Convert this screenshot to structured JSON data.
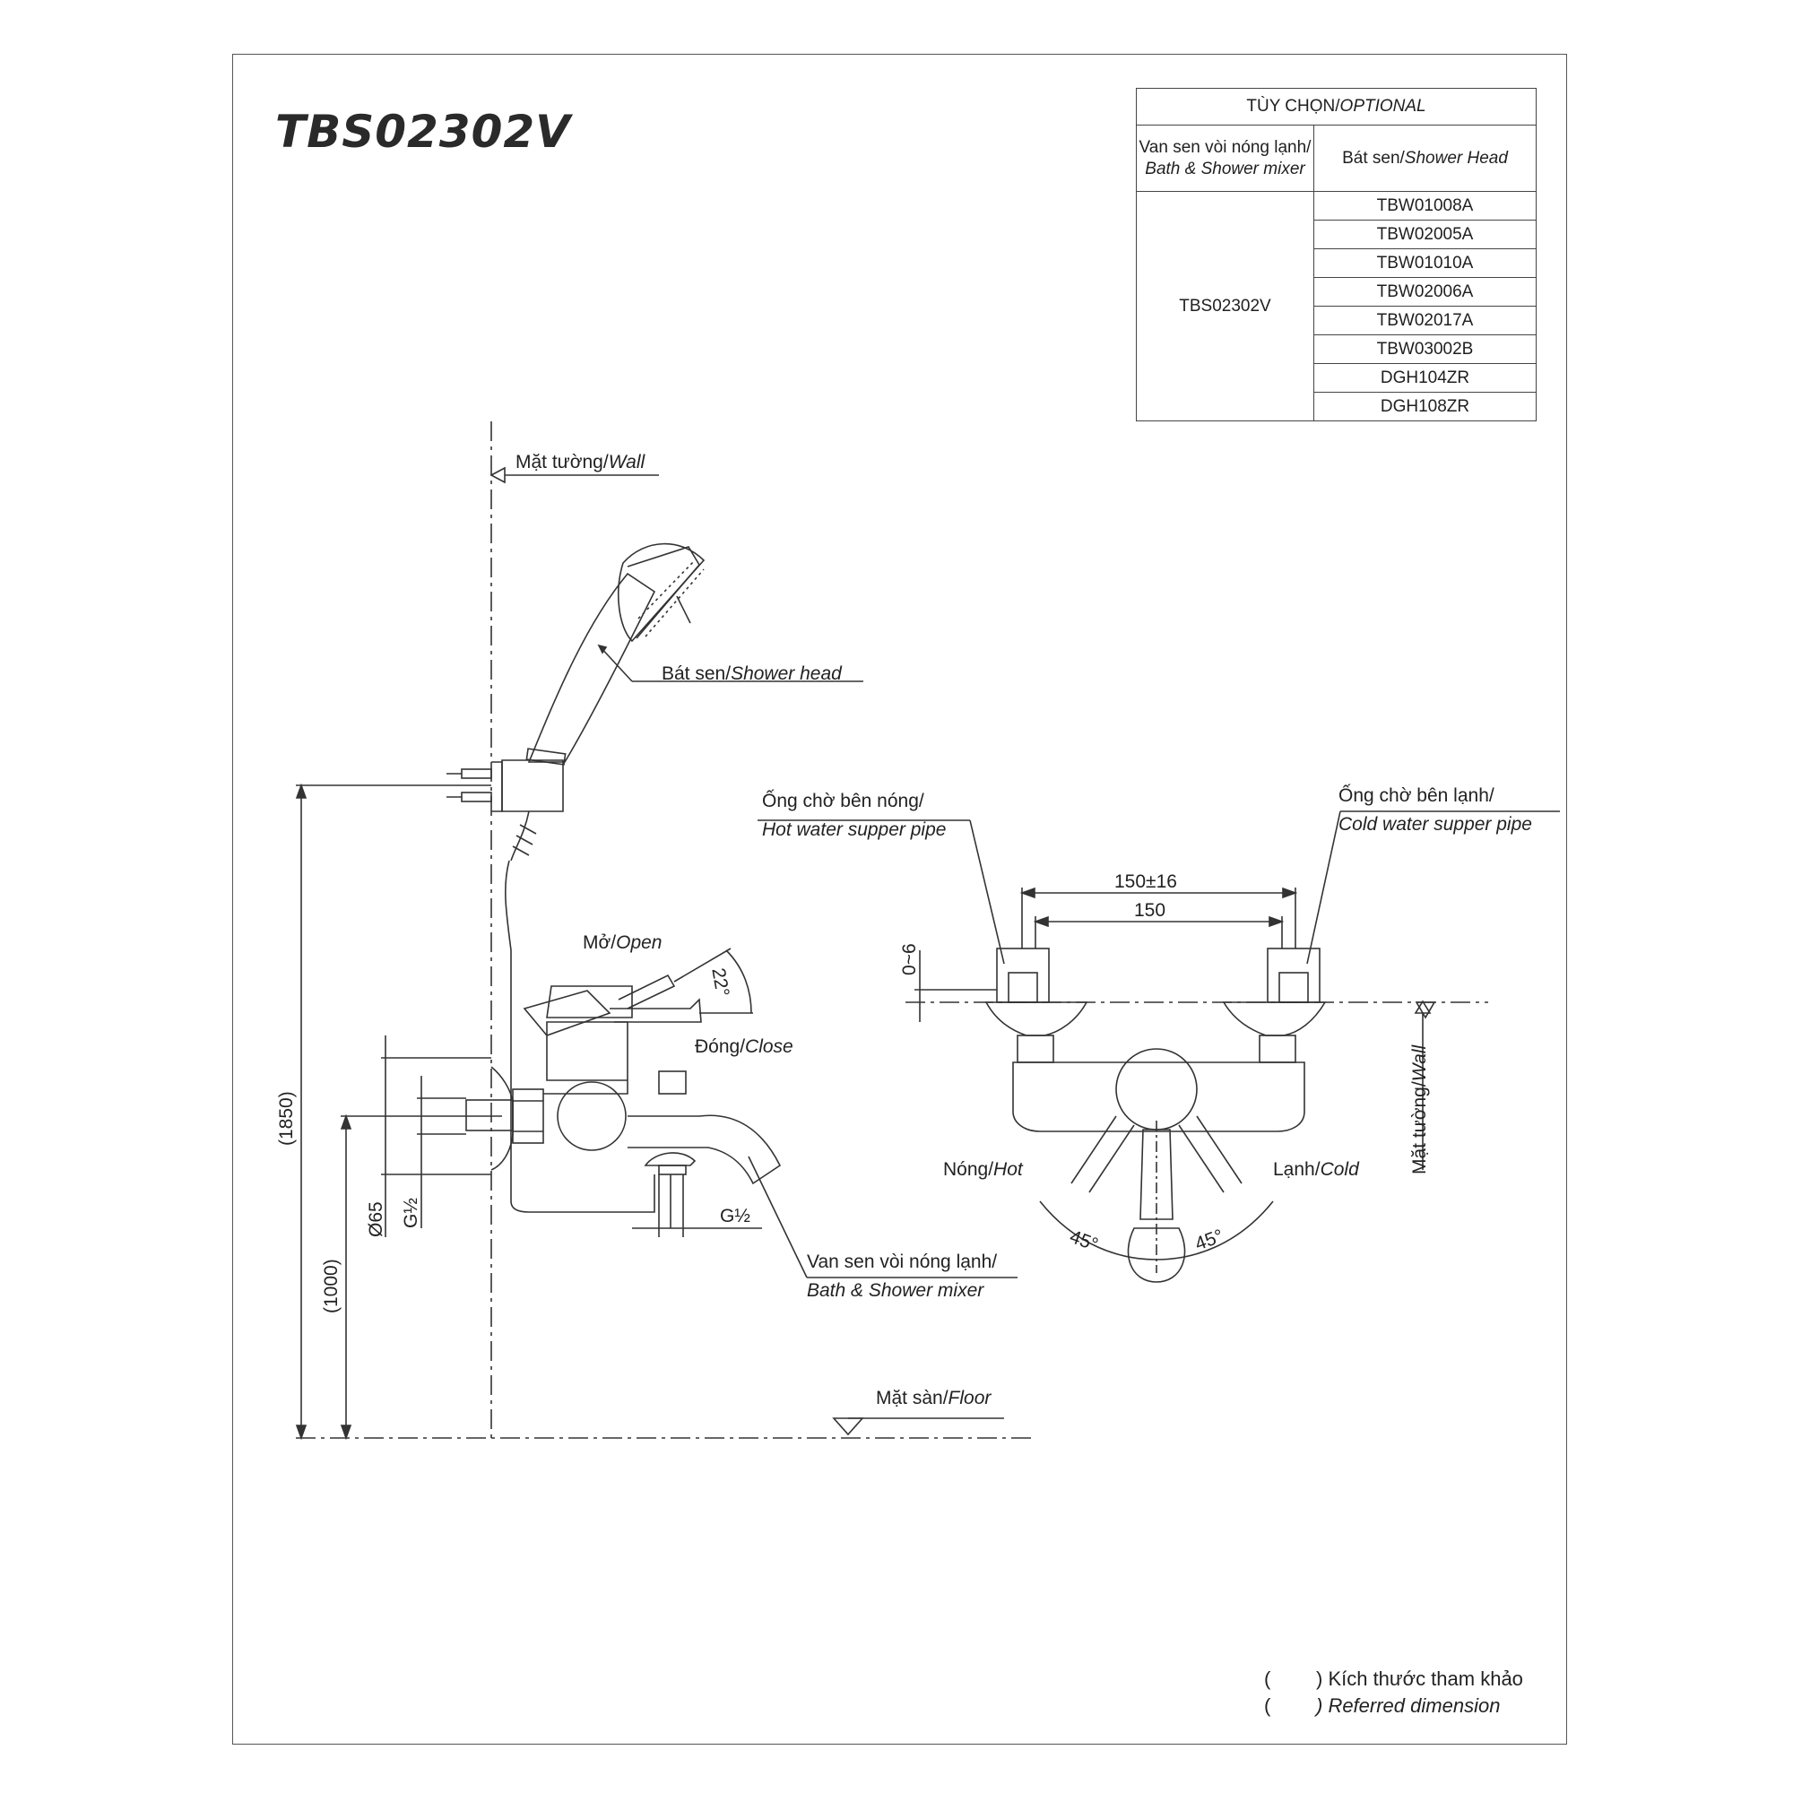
{
  "model": "TBS02302V",
  "table": {
    "header": {
      "vn": "TÙY CHỌN/",
      "en": "OPTIONAL"
    },
    "col1": {
      "vn": "Van sen vòi nóng lạnh/",
      "en": "Bath & Shower mixer"
    },
    "col2": {
      "vn": "Bát sen/",
      "en": "Shower Head"
    },
    "mixer": "TBS02302V",
    "shower_heads": [
      "TBW01008A",
      "TBW02005A",
      "TBW01010A",
      "TBW02006A",
      "TBW02017A",
      "TBW03002B",
      "DGH104ZR",
      "DGH108ZR"
    ]
  },
  "labels": {
    "wall_top": {
      "vn": "Mặt tường/",
      "en": "Wall"
    },
    "shower_head": {
      "vn": "Bát sen/",
      "en": "Shower head"
    },
    "hot_pipe": {
      "vn": "Ống chờ bên nóng/",
      "en": "Hot water supper pipe"
    },
    "cold_pipe": {
      "vn": "Ống chờ bên lạnh/",
      "en": "Cold water supper pipe"
    },
    "open": {
      "vn": "Mở/",
      "en": "Open"
    },
    "close": {
      "vn": "Đóng/",
      "en": "Close"
    },
    "hot": {
      "vn": "Nóng/",
      "en": "Hot"
    },
    "cold": {
      "vn": "Lạnh/",
      "en": "Cold"
    },
    "mixer": {
      "vn": "Van sen vòi nóng lạnh/",
      "en": "Bath & Shower mixer"
    },
    "floor": {
      "vn": "Mặt sàn/",
      "en": "Floor"
    },
    "wall_right": {
      "vn": "Mặt tường/",
      "en": "Wall"
    }
  },
  "dimensions": {
    "height_shower": "(1850)",
    "height_mixer": "(1000)",
    "diameter": "Ø65",
    "thread_inlet": "G½",
    "thread_outlet": "G½",
    "angle_handle": "22°",
    "spacing_tol": "150±16",
    "spacing": "150",
    "offset": "0~6",
    "angle_hot": "45°",
    "angle_cold": "45°"
  },
  "note": {
    "vn": ") Kích thước tham khảo",
    "en": ") Referred dimension",
    "paren": "("
  }
}
